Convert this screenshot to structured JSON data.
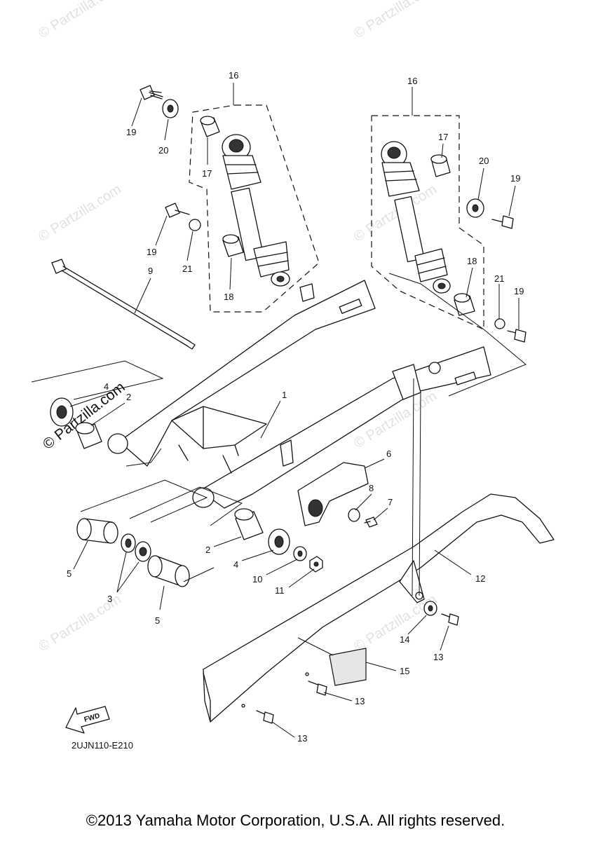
{
  "diagram": {
    "code": "2UJN110-E210",
    "fwd_label": "FWD",
    "watermark": "© Partzilla.com",
    "copyright": "©2013 Yamaha Motor Corporation, U.S.A. All rights reserved."
  },
  "callouts": [
    {
      "id": "c16a",
      "text": "16"
    },
    {
      "id": "c16b",
      "text": "16"
    },
    {
      "id": "c19a",
      "text": "19"
    },
    {
      "id": "c20a",
      "text": "20"
    },
    {
      "id": "c17a",
      "text": "17"
    },
    {
      "id": "c19b",
      "text": "19"
    },
    {
      "id": "c21a",
      "text": "21"
    },
    {
      "id": "c18a",
      "text": "18"
    },
    {
      "id": "c9",
      "text": "9"
    },
    {
      "id": "c4a",
      "text": "4"
    },
    {
      "id": "c2a",
      "text": "2"
    },
    {
      "id": "c1",
      "text": "1"
    },
    {
      "id": "c17b",
      "text": "17"
    },
    {
      "id": "c20b",
      "text": "20"
    },
    {
      "id": "c19c",
      "text": "19"
    },
    {
      "id": "c18b",
      "text": "18"
    },
    {
      "id": "c21b",
      "text": "21"
    },
    {
      "id": "c19d",
      "text": "19"
    },
    {
      "id": "c6",
      "text": "6"
    },
    {
      "id": "c8",
      "text": "8"
    },
    {
      "id": "c7",
      "text": "7"
    },
    {
      "id": "c2b",
      "text": "2"
    },
    {
      "id": "c4b",
      "text": "4"
    },
    {
      "id": "c10",
      "text": "10"
    },
    {
      "id": "c11",
      "text": "11"
    },
    {
      "id": "c12",
      "text": "12"
    },
    {
      "id": "c5a",
      "text": "5"
    },
    {
      "id": "c3",
      "text": "3"
    },
    {
      "id": "c5b",
      "text": "5"
    },
    {
      "id": "c14",
      "text": "14"
    },
    {
      "id": "c13a",
      "text": "13"
    },
    {
      "id": "c15",
      "text": "15"
    },
    {
      "id": "c13b",
      "text": "13"
    },
    {
      "id": "c13c",
      "text": "13"
    }
  ]
}
